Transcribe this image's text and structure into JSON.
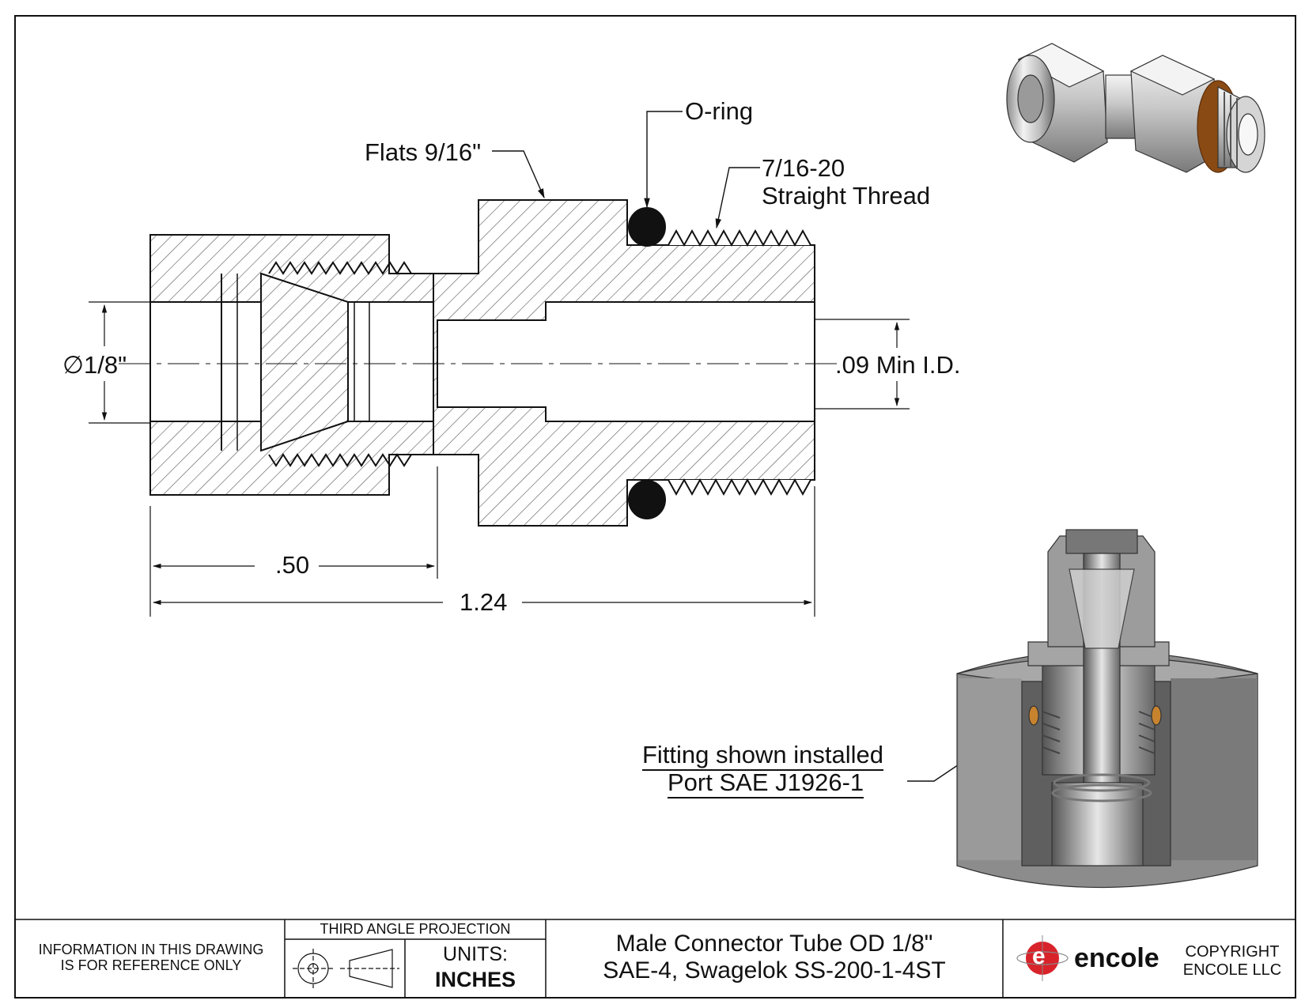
{
  "callouts": {
    "oring": "O-ring",
    "flats": "Flats 9/16\"",
    "thread_line1": "7/16-20",
    "thread_line2": "Straight Thread",
    "installed_line1": "Fitting shown installed",
    "installed_line2": "Port SAE J1926-1"
  },
  "dimensions": {
    "diameter_symbol": "∅",
    "tube_od": "1/8\"",
    "min_id": ".09 Min I.D.",
    "length_a": ".50",
    "length_total": "1.24"
  },
  "title_block": {
    "note_line1": "INFORMATION IN THIS DRAWING",
    "note_line2": "IS FOR REFERENCE ONLY",
    "projection": "THIRD ANGLE PROJECTION",
    "units_label": "UNITS:",
    "units_value": "INCHES",
    "title_line1": "Male Connector Tube OD 1/8\"",
    "title_line2": "SAE-4, Swagelok SS-200-1-4ST",
    "logo_letter": "e",
    "logo_text": "encole",
    "copyright_line1": "COPYRIGHT",
    "copyright_line2": "ENCOLE  LLC"
  },
  "colors": {
    "line": "#111111",
    "hatch": "#444444",
    "steel_light": "#e8e8e8",
    "steel_mid": "#b9b9b9",
    "steel_dark": "#7d7d7d",
    "oring": "#8a4a14",
    "brand_red": "#d8232a"
  }
}
